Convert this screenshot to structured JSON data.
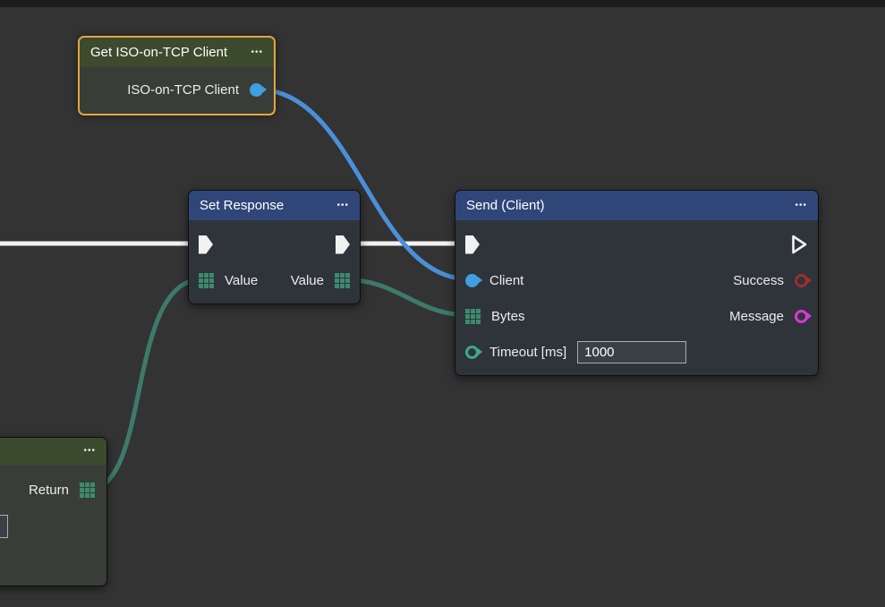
{
  "ui": {
    "menu_dots": "•••"
  },
  "colors": {
    "canvas_background": "#333333",
    "header_blue": "#304679",
    "header_green": "#3c4a2e",
    "selection_border": "#e6a53f",
    "exec_wire": "#f2f2f2",
    "client_wire_blue": "#4a90d9",
    "bytes_wire_teal": "#3d7a6b",
    "port_client_blue": "#3f9fe0",
    "port_grid_green": "#3d8b6e",
    "port_timeout_teal": "#3fa98f",
    "port_success_red": "#9c2f2f",
    "port_message_magenta": "#d23bd2"
  },
  "nodes": {
    "get_client": {
      "title": "Get ISO-on-TCP Client",
      "output_label": "ISO-on-TCP Client"
    },
    "set_response": {
      "title": "Set Response",
      "input_label": "Value",
      "output_label": "Value"
    },
    "send_client": {
      "title": "Send (Client)",
      "inputs": [
        {
          "label": "Client"
        },
        {
          "label": "Bytes"
        },
        {
          "label": "Timeout [ms]",
          "value": "1000"
        }
      ],
      "outputs": [
        {
          "label": "Success"
        },
        {
          "label": "Message"
        }
      ]
    },
    "return_node": {
      "output_label": "Return"
    }
  }
}
